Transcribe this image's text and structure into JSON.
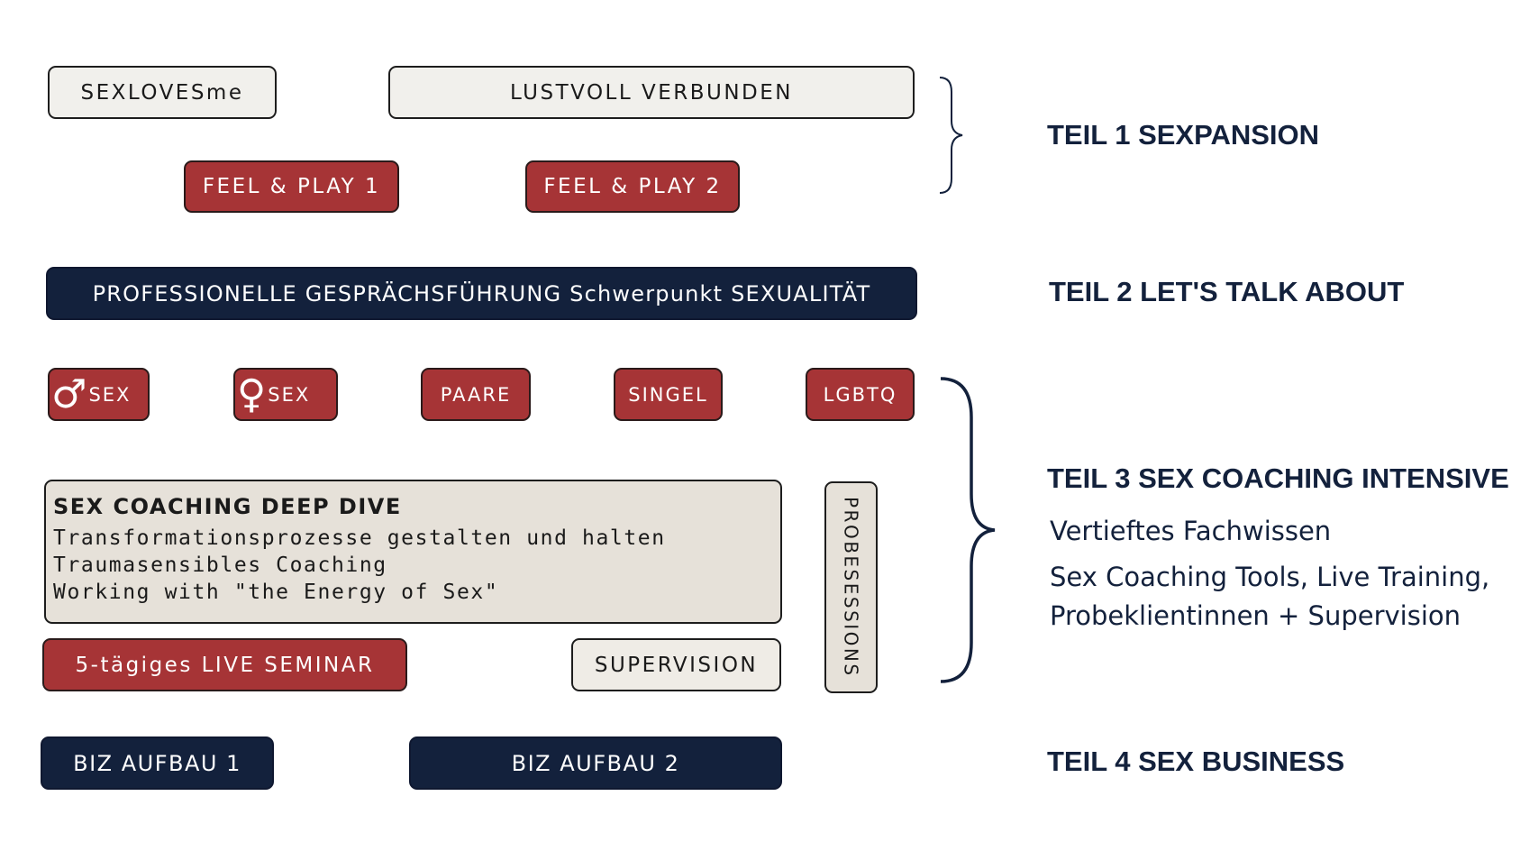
{
  "teil1": {
    "boxes": {
      "sexlovesme": "SEXLOVESme",
      "lustvoll": "LUSTVOLL VERBUNDEN",
      "feel1": "FEEL & PLAY 1",
      "feel2": "FEEL & PLAY 2"
    },
    "title": "TEIL 1 SEXPANSION"
  },
  "teil2": {
    "box": "PROFESSIONELLE GESPRÄCHSFÜHRUNG Schwerpunkt SEXUALITÄT",
    "title": "TEIL 2 LET'S TALK ABOUT"
  },
  "teil3": {
    "tags": {
      "male_symbol": "♂",
      "male_label": "SEX",
      "female_symbol": "♀",
      "female_label": "SEX",
      "paare": "PAARE",
      "singel": "SINGEL",
      "lgbtq": "LGBTQ"
    },
    "deep_dive": {
      "title": "SEX COACHING DEEP DIVE",
      "lines": [
        "Transformationsprozesse gestalten und halten",
        "Traumasensibles Coaching",
        "Working with \"the Energy of Sex\""
      ]
    },
    "live_seminar": "5-tägiges LIVE SEMINAR",
    "supervision": "SUPERVISION",
    "probesessions": "PROBESESSIONS",
    "title": "TEIL 3 SEX COACHING INTENSIVE",
    "desc1": "Vertieftes Fachwissen",
    "desc2_line1": "Sex Coaching Tools, Live Training,",
    "desc2_line2": "Probeklientinnen + Supervision"
  },
  "teil4": {
    "biz1": "BIZ AUFBAU 1",
    "biz2": "BIZ AUFBAU 2",
    "title": "TEIL 4 SEX BUSINESS"
  },
  "colors": {
    "red": "#a63436",
    "navy": "#13213c",
    "light": "#f1f0ec",
    "beige": "#e6e1d9"
  }
}
